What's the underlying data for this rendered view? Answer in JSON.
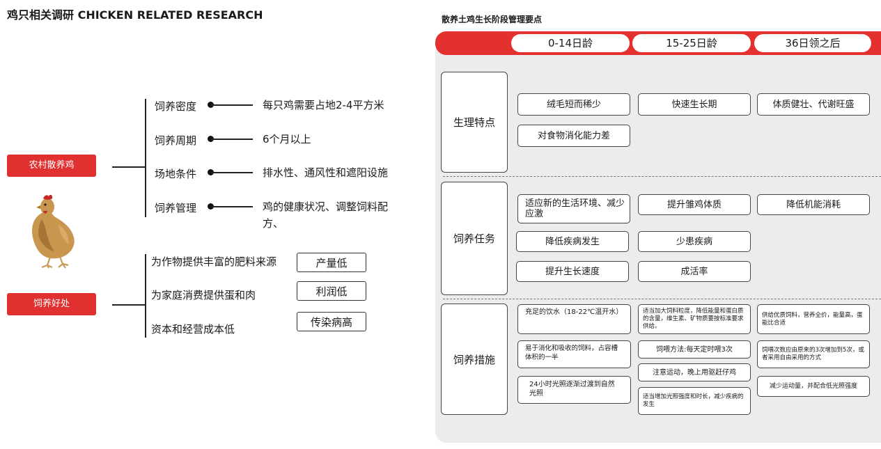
{
  "left": {
    "title": "鸡只相关调研 CHICKEN RELATED RESEARCH",
    "rural": {
      "label": "农村散养鸡",
      "items": [
        {
          "label": "饲养密度",
          "value": "每只鸡需要占地2-4平方米"
        },
        {
          "label": "饲养周期",
          "value": "6个月以上"
        },
        {
          "label": "场地条件",
          "value": "排水性、通风性和遮阳设施"
        },
        {
          "label": "饲养管理",
          "value": "鸡的健康状况、调整饲料配方、"
        }
      ]
    },
    "benefit": {
      "label": "饲养好处",
      "items": [
        "为作物提供丰富的肥料来源",
        "为家庭消费提供蛋和肉",
        "资本和经营成本低"
      ]
    },
    "drawbacks": [
      "产量低",
      "利润低",
      "传染病高"
    ]
  },
  "right": {
    "title": "散养土鸡生长阶段管理要点",
    "stages": [
      "0-14日龄",
      "15-25日龄",
      "36日领之后"
    ],
    "rows": {
      "physiology": {
        "label": "生理特点",
        "cells": [
          "绒毛短而稀少",
          "快速生长期",
          "体质健壮、代谢旺盛",
          "对食物消化能力差"
        ]
      },
      "tasks": {
        "label": "饲养任务",
        "cells": [
          "适应新的生活环境、减少应激",
          "提升雏鸡体质",
          "降低机能消耗",
          "降低疾病发生",
          "少患疾病",
          "提升生长速度",
          "成活率"
        ]
      },
      "measures": {
        "label": "饲养措施",
        "cells": [
          "充足的饮水（18-22℃温开水）",
          "适当加大饲料粒度，降低能量和蛋白质的含量，维生素、矿物质要按标准要求供给。",
          "供给优质饲料，营养全价，能量高，蛋能比合适",
          "易于消化和吸收的饲料，占容槽体积的一半",
          "饲喂方法:每天定时喂3次",
          "饲喂次数应由原来的3次增加到5次，或者采用自由采用的方式",
          "注意运动，晚上用驱赶仔鸡",
          "减少运动量，并配合低光照强度",
          "24小时光照逐渐过渡到自然光照",
          "适当增加光照强度和时长，减少疾病的发生"
        ]
      }
    }
  }
}
